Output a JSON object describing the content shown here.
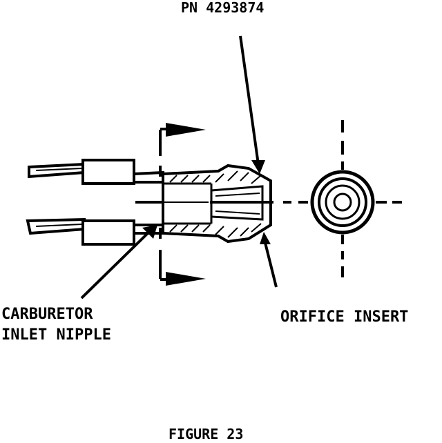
{
  "labels": {
    "part_number": "PN 4293874",
    "carburetor_line1": "CARBURETOR",
    "carburetor_line2": "INLET NIPPLE",
    "orifice_insert": "ORIFICE INSERT",
    "figure_caption": "FIGURE 23"
  },
  "colors": {
    "ink": "#000000",
    "paper": "#ffffff"
  }
}
